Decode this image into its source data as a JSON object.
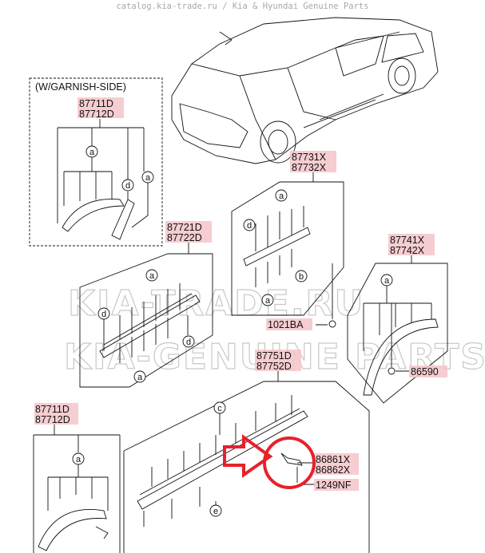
{
  "header": {
    "source": "catalog.kia-trade.ru / Kia & Hyundai Genuine Parts"
  },
  "watermark": {
    "line1": "KIA-TRADE.RU",
    "line2": "KIA-GENUINE PARTS"
  },
  "variant_box": {
    "title": "(W/GARNISH-SIDE)",
    "parts": [
      "87711D",
      "87712D"
    ]
  },
  "groups": [
    {
      "id": "front-arch-lower",
      "parts": [
        "87711D",
        "87712D"
      ]
    },
    {
      "id": "front-door",
      "parts": [
        "87721D",
        "87722D"
      ]
    },
    {
      "id": "rear-door",
      "parts": [
        "87731X",
        "87732X"
      ]
    },
    {
      "id": "rear-arch",
      "parts": [
        "87741X",
        "87742X"
      ]
    },
    {
      "id": "side-sill",
      "parts": [
        "87751D",
        "87752D"
      ]
    }
  ],
  "fasteners": {
    "clip": "1021BA",
    "nut": "86590",
    "bracket": [
      "86861X",
      "86862X"
    ],
    "screw": "1249NF"
  },
  "callouts": {
    "a": "a",
    "b": "b",
    "c": "c",
    "d": "d",
    "e": "e"
  },
  "colors": {
    "highlight": "#f4c4c8",
    "marker": "#e8202a",
    "watermark": "#c8c8c8"
  }
}
